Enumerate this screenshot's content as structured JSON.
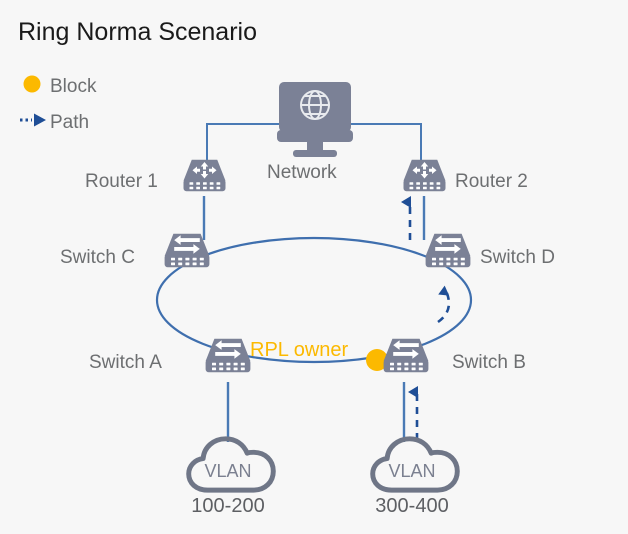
{
  "title": "Ring Norma Scenario",
  "colors": {
    "background": "#f7f7f7",
    "title_text": "#1a1a1a",
    "label_text": "#6d6f71",
    "device_body": "#7b8196",
    "device_face": "#8a90a4",
    "link": "#4a7ab5",
    "ring": "#3f6fae",
    "path_arrow": "#1f4e96",
    "block_dot": "#fcb900",
    "rpl_text": "#fcb900",
    "cloud_outline": "#6f7687"
  },
  "legend": {
    "items": [
      {
        "label": "Block",
        "marker": "dot",
        "color": "#fcb900"
      },
      {
        "label": "Path",
        "marker": "dashed-arrow",
        "color": "#1f4e96"
      }
    ]
  },
  "nodes": {
    "network": {
      "label": "Network",
      "icon": "monitor-globe-icon"
    },
    "router1": {
      "label": "Router 1",
      "icon": "router-icon"
    },
    "router2": {
      "label": "Router 2",
      "icon": "router-icon"
    },
    "switchA": {
      "label": "Switch A",
      "icon": "switch-icon"
    },
    "switchB": {
      "label": "Switch B",
      "icon": "switch-icon"
    },
    "switchC": {
      "label": "Switch C",
      "icon": "switch-icon"
    },
    "switchD": {
      "label": "Switch D",
      "icon": "switch-icon"
    },
    "vlan_left": {
      "label": "VLAN",
      "range": "100-200",
      "icon": "cloud-icon"
    },
    "vlan_right": {
      "label": "VLAN",
      "range": "300-400",
      "icon": "cloud-icon"
    }
  },
  "annotations": {
    "rpl_owner": "RPL owner"
  },
  "topology": {
    "ring_members": [
      "Switch A",
      "Switch B",
      "Switch C",
      "Switch D"
    ],
    "block_point": "between RPL owner label and Switch B",
    "path_segments": [
      "VLAN 300-400 to Switch B",
      "Switch B to Switch D",
      "Switch D to Router 2"
    ]
  }
}
